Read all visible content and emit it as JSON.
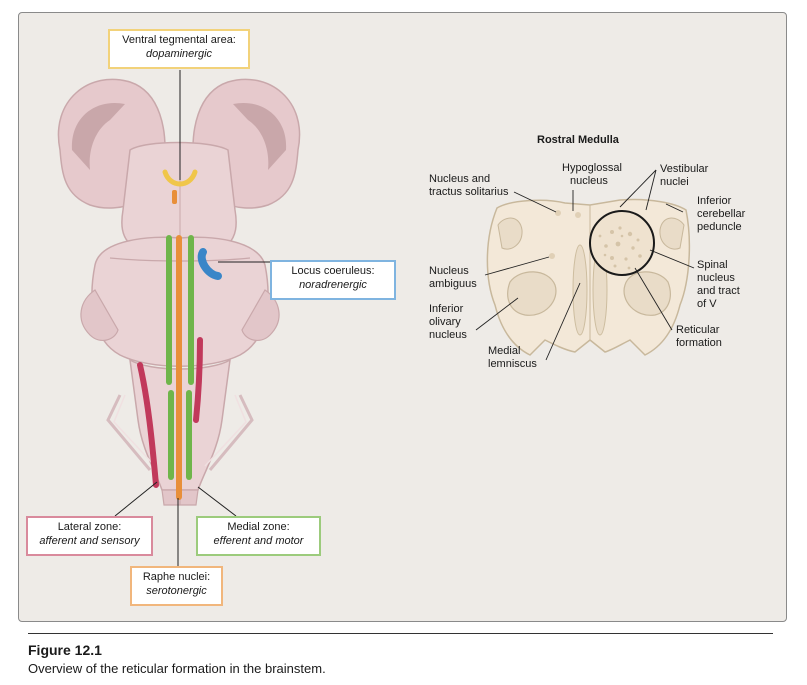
{
  "brainstem_labels": {
    "vta": {
      "title": "Ventral tegmental area:",
      "subtitle": "dopaminergic",
      "color": "#f2d27a"
    },
    "locus": {
      "title": "Locus coeruleus:",
      "subtitle": "noradrenergic",
      "color": "#7fb4e0"
    },
    "lateral": {
      "title": "Lateral zone:",
      "subtitle": "afferent and sensory",
      "color": "#d98a9c"
    },
    "medial": {
      "title": "Medial zone:",
      "subtitle": "efferent and motor",
      "color": "#9ccb7c"
    },
    "raphe": {
      "title": "Raphe nuclei:",
      "subtitle": "serotonergic",
      "color": "#f1b67c"
    }
  },
  "medulla": {
    "title": "Rostral Medulla",
    "labels": {
      "solitarius": [
        "Nucleus and",
        "tractus solitarius"
      ],
      "hypoglossal": [
        "Hypoglossal",
        "nucleus"
      ],
      "vestibular": [
        "Vestibular",
        "nuclei"
      ],
      "inf_cerebellar": [
        "Inferior",
        "cerebellar",
        "peduncle"
      ],
      "ambiguus": [
        "Nucleus",
        "ambiguus"
      ],
      "spinal_v": [
        "Spinal",
        "nucleus",
        "and tract",
        "of V"
      ],
      "inf_olivary": [
        "Inferior",
        "olivary",
        "nucleus"
      ],
      "reticular": [
        "Reticular",
        "formation"
      ],
      "medial_lemniscus": [
        "Medial",
        "lemniscus"
      ]
    }
  },
  "caption": {
    "figure_number": "Figure 12.1",
    "text": "Overview of the reticular formation in the brainstem."
  }
}
